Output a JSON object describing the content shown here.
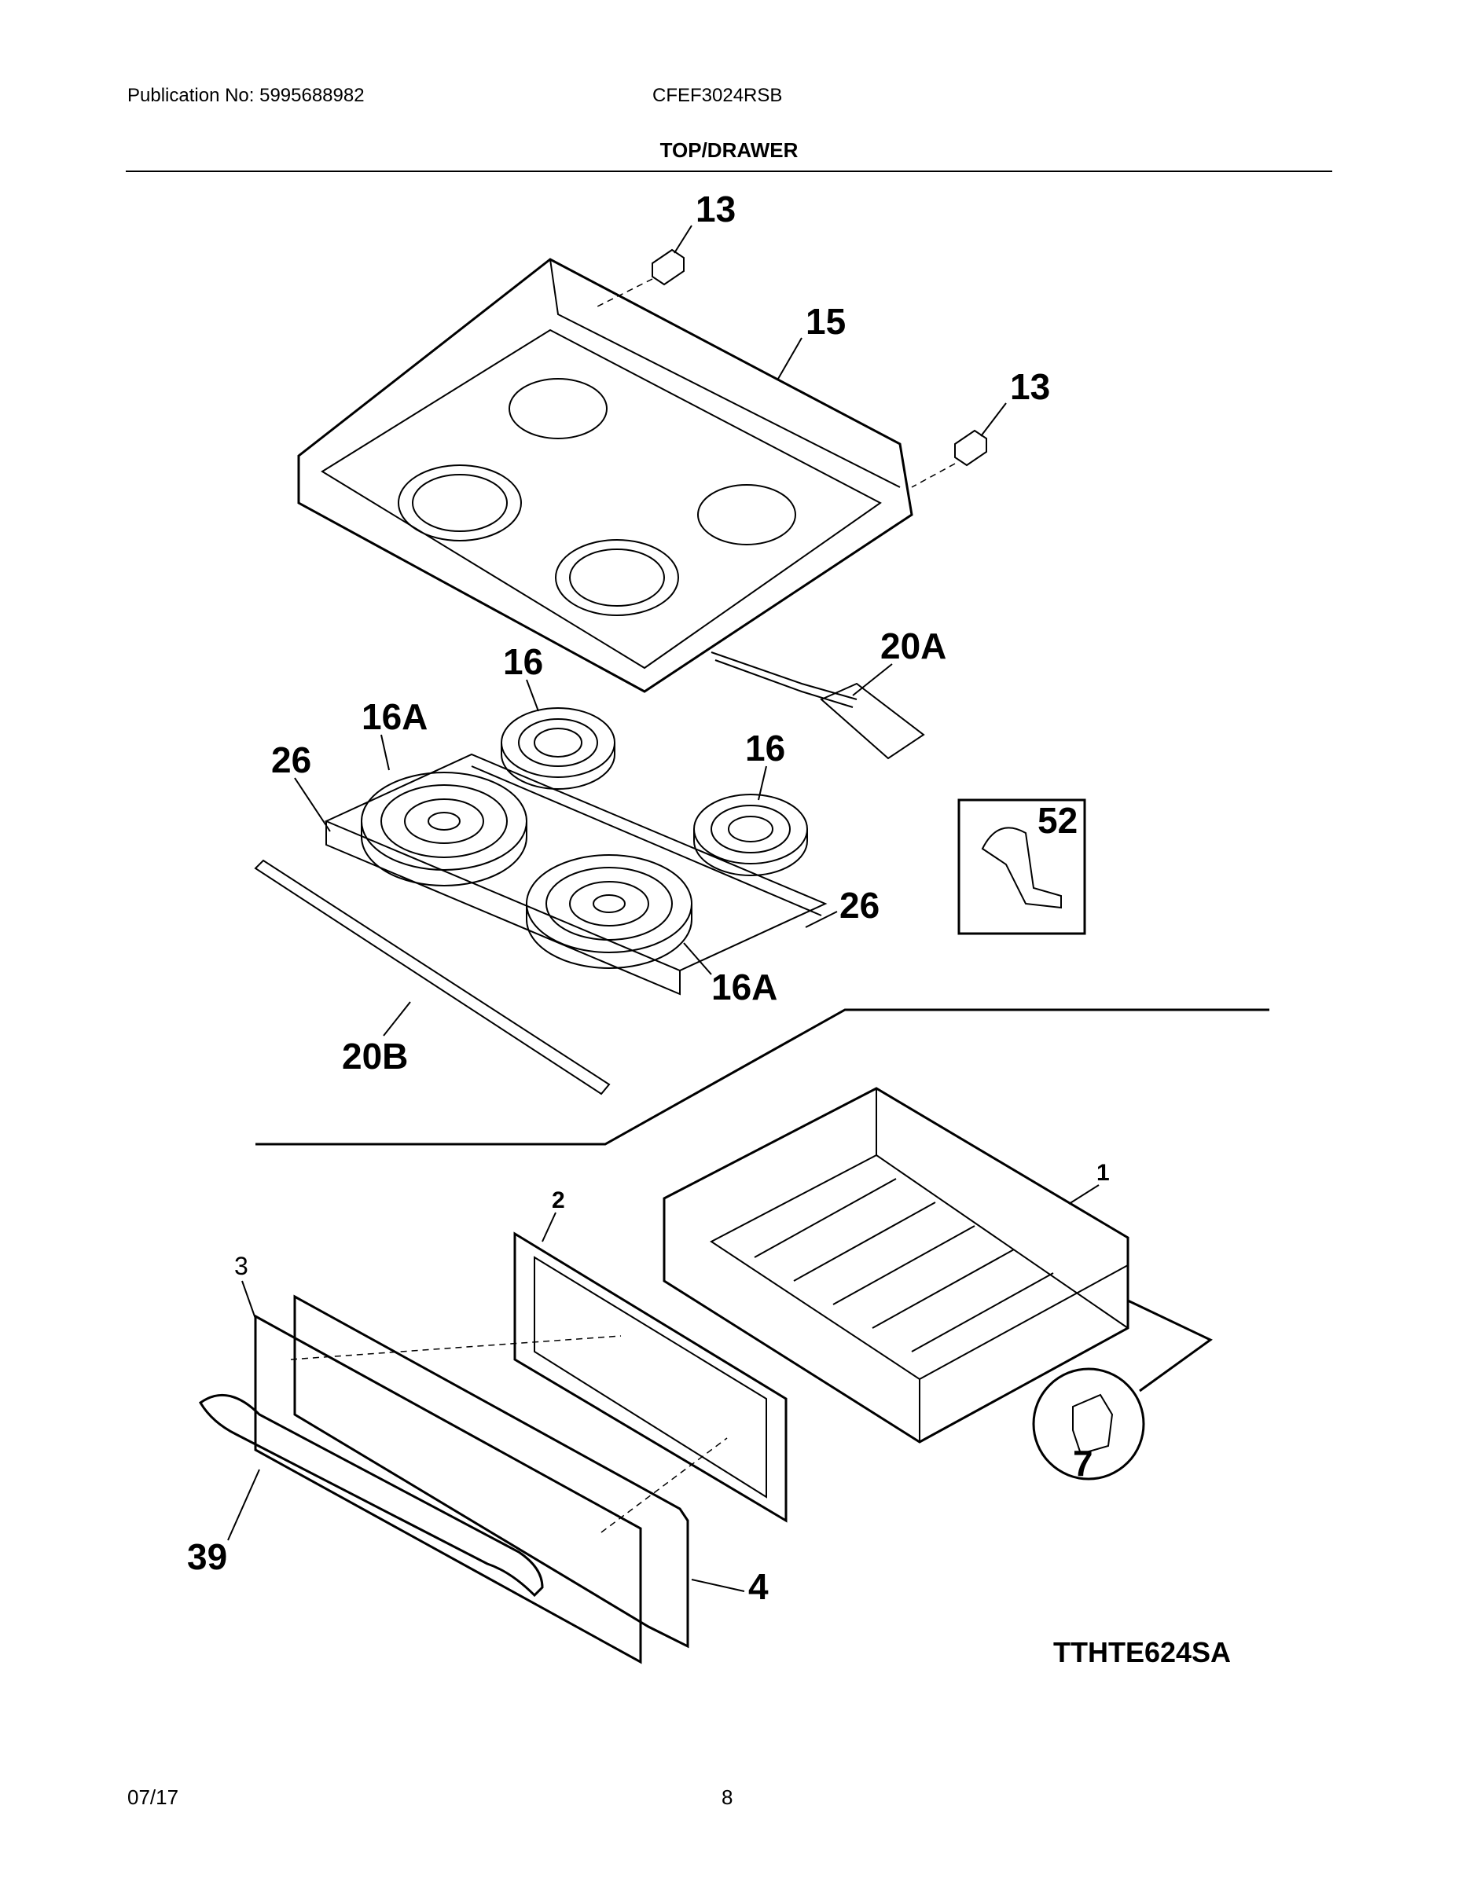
{
  "header": {
    "publication": "Publication No: 5995688982",
    "model": "CFEF3024RSB",
    "section_title": "TOP/DRAWER"
  },
  "footer": {
    "date": "07/17",
    "page": "8"
  },
  "callouts": {
    "bracket_top": "13",
    "cooktop": "15",
    "bracket_right": "13",
    "harness": "20A",
    "element_rear_left": "16",
    "element_front_left": "16A",
    "element_rear_right": "16",
    "element_front_right": "16A",
    "support_left": "26",
    "support_right": "26",
    "trim": "20B",
    "clip_inset": "52",
    "drawer_body": "1",
    "drawer_liner": "2",
    "drawer_front": "3",
    "drawer_handle": "39",
    "drawer_panel": "4",
    "glide_inset": "7",
    "diagram_code": "TTHTE624SA"
  }
}
